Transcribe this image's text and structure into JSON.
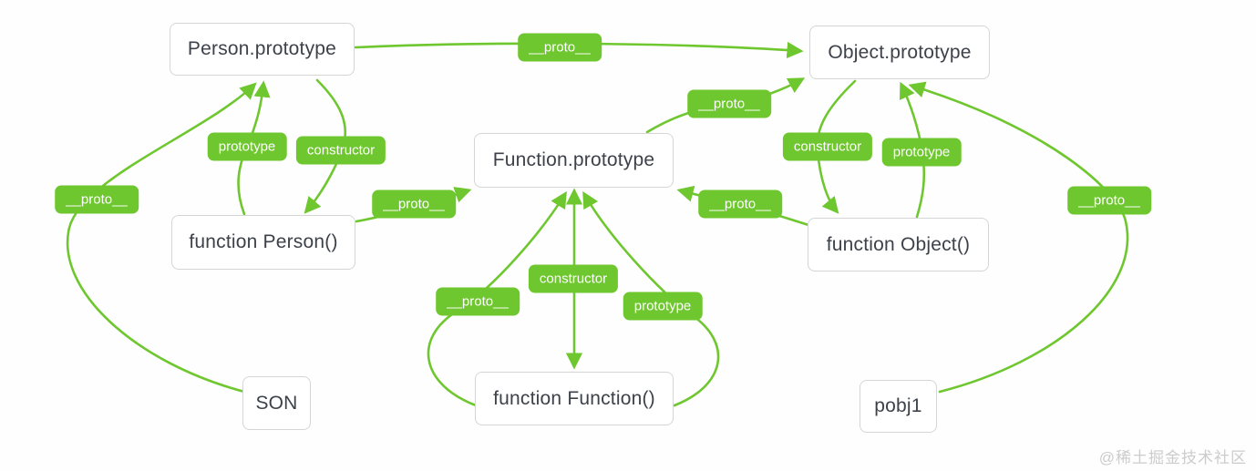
{
  "diagram": {
    "nodes": [
      {
        "id": "person-prototype",
        "label": "Person.prototype"
      },
      {
        "id": "object-prototype",
        "label": "Object.prototype"
      },
      {
        "id": "function-prototype",
        "label": "Function.prototype"
      },
      {
        "id": "function-person",
        "label": "function Person()"
      },
      {
        "id": "function-object",
        "label": "function Object()"
      },
      {
        "id": "function-function",
        "label": "function Function()"
      },
      {
        "id": "son",
        "label": "SON"
      },
      {
        "id": "pobj1",
        "label": "pobj1"
      }
    ],
    "edges": [
      {
        "from": "Person.prototype",
        "to": "Object.prototype",
        "label": "__proto__"
      },
      {
        "from": "SON",
        "to": "Person.prototype",
        "label": "__proto__"
      },
      {
        "from": "function Person()",
        "to": "Person.prototype",
        "label": "prototype"
      },
      {
        "from": "Person.prototype",
        "to": "function Person()",
        "label": "constructor"
      },
      {
        "from": "function Person()",
        "to": "Function.prototype",
        "label": "__proto__"
      },
      {
        "from": "Function.prototype",
        "to": "Object.prototype",
        "label": "__proto__"
      },
      {
        "from": "Object.prototype",
        "to": "function Object()",
        "label": "constructor"
      },
      {
        "from": "function Object()",
        "to": "Object.prototype",
        "label": "prototype"
      },
      {
        "from": "function Object()",
        "to": "Function.prototype",
        "label": "__proto__"
      },
      {
        "from": "pobj1",
        "to": "Object.prototype",
        "label": "__proto__"
      },
      {
        "from": "Function.prototype",
        "to": "function Function()",
        "label": "constructor",
        "bidirectional": true
      },
      {
        "from": "function Function()",
        "to": "Function.prototype",
        "label": "__proto__"
      },
      {
        "from": "function Function()",
        "to": "Function.prototype",
        "label": "prototype"
      }
    ],
    "colors": {
      "accent": "#6fc72f",
      "node_border": "#d5d5d5",
      "node_text": "#3d424a",
      "badge_text": "#ffffff",
      "background": "#fefefe",
      "watermark": "#cccccc"
    },
    "watermark": "@稀土掘金技术社区"
  }
}
